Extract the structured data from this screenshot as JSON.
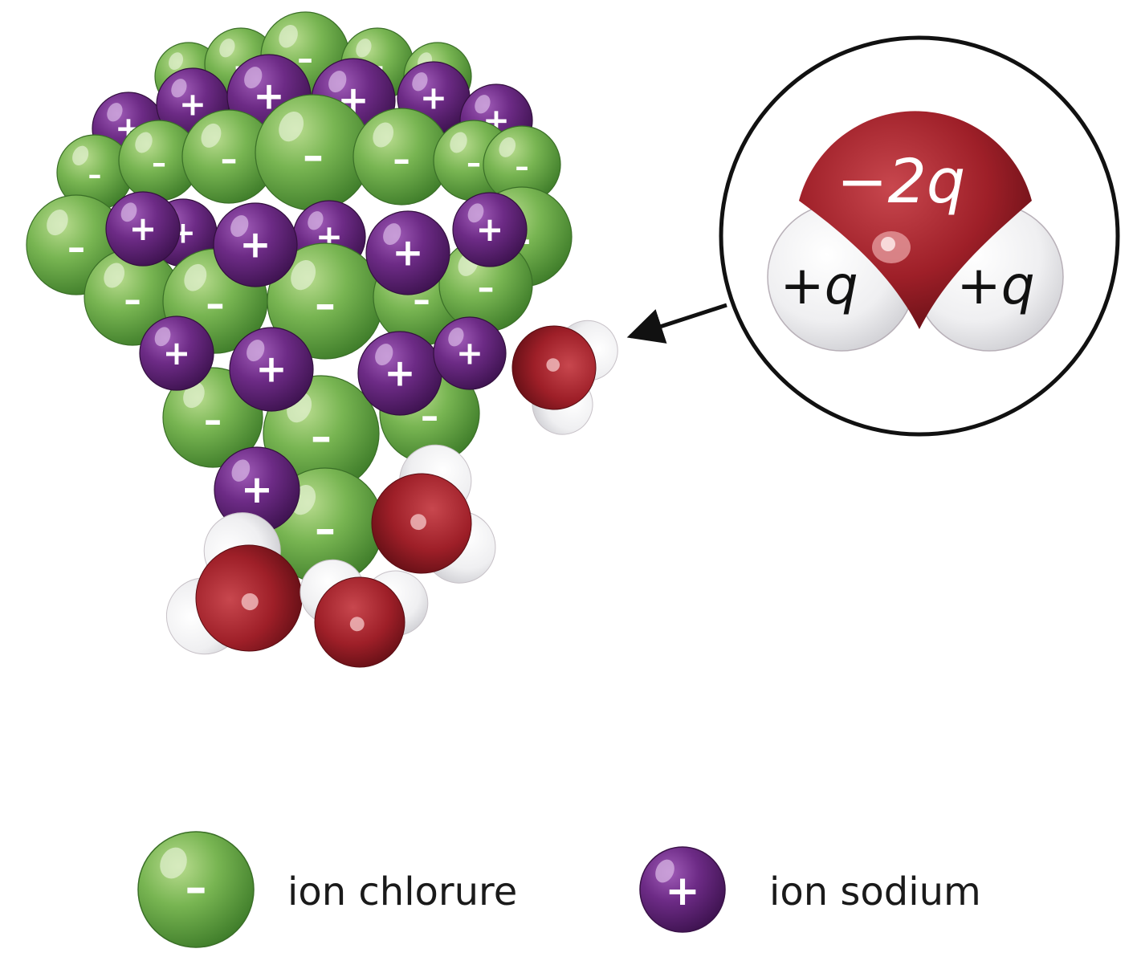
{
  "colors": {
    "chloride": "#6fae4a",
    "sodium": "#6b2a83",
    "oxygen": "#a3232c",
    "hydrogen": "#f2f2f2"
  },
  "signs": {
    "chloride": "–",
    "sodium": "+"
  },
  "inset": {
    "oxygen_charge": "−2q",
    "hydrogen_left_charge": "+q",
    "hydrogen_right_charge": "+q"
  },
  "legend": {
    "chloride_label": "ion chlorure",
    "sodium_label": "ion sodium"
  }
}
